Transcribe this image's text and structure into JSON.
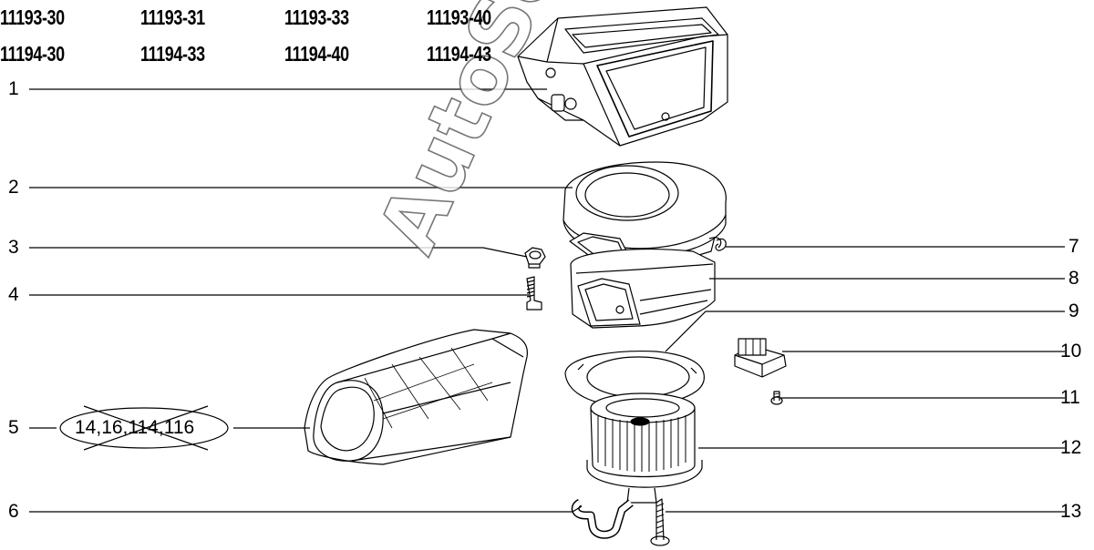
{
  "models": [
    "11193-30",
    "11193-31",
    "11193-33",
    "11193-40",
    "11194-30",
    "11194-33",
    "11194-40",
    "11194-43"
  ],
  "callouts": [
    "1",
    "2",
    "3",
    "4",
    "5",
    "6",
    "7",
    "8",
    "9",
    "10",
    "11",
    "12",
    "13"
  ],
  "excluded_parts_label": "14,16,114,116",
  "watermark": "AutoSoft",
  "colors": {
    "line": "#000000",
    "background": "#ffffff"
  }
}
